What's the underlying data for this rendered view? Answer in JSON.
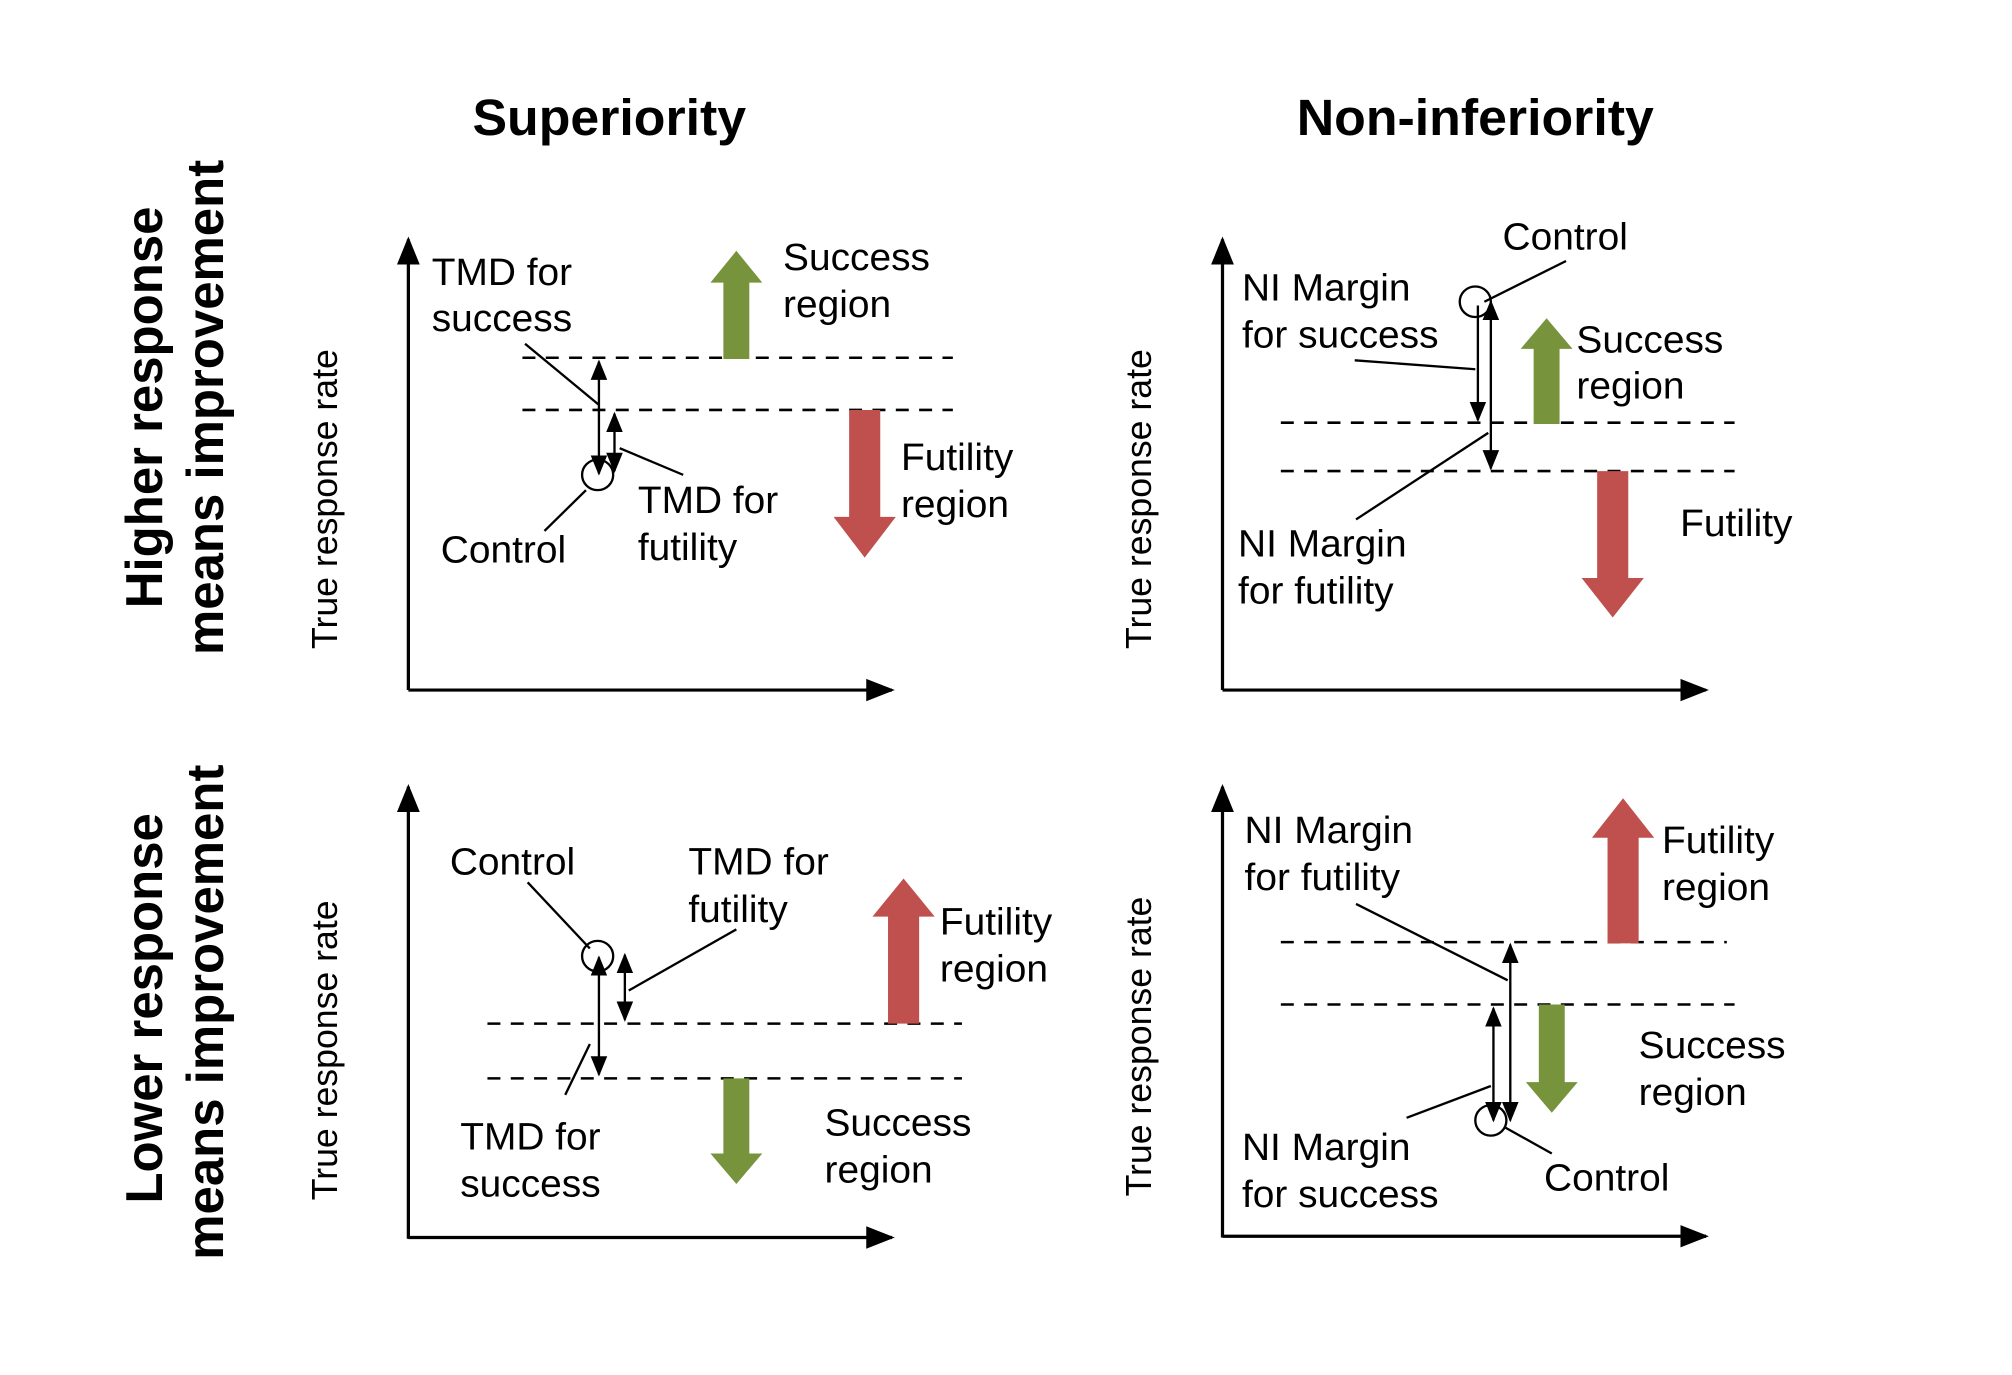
{
  "columns": {
    "superiority": "Superiority",
    "non_inferiority": "Non-inferiority"
  },
  "rows": {
    "higher": [
      "Higher response",
      "means improvement"
    ],
    "lower": [
      "Lower response",
      "means improvement"
    ]
  },
  "y_axis_label": "True response rate",
  "colors": {
    "success": "#77933c",
    "futility": "#c0504d"
  },
  "panels": {
    "sup_high": {
      "tmd_success": [
        "TMD for",
        "success"
      ],
      "success_region": [
        "Success",
        "region"
      ],
      "futility_region": [
        "Futility",
        "region"
      ],
      "tmd_futility": [
        "TMD for",
        "futility"
      ],
      "control": "Control"
    },
    "ni_high": {
      "control": "Control",
      "ni_success": [
        "NI Margin",
        "for success"
      ],
      "success_region": [
        "Success",
        "region"
      ],
      "futility": "Futility",
      "ni_futility": [
        "NI Margin",
        "for futility"
      ]
    },
    "sup_low": {
      "control": "Control",
      "tmd_futility": [
        "TMD for",
        "futility"
      ],
      "futility_region": [
        "Futility",
        "region"
      ],
      "tmd_success": [
        "TMD for",
        "success"
      ],
      "success_region": [
        "Success",
        "region"
      ]
    },
    "ni_low": {
      "ni_futility": [
        "NI Margin",
        "for futility"
      ],
      "futility_region": [
        "Futility",
        "region"
      ],
      "success_region": [
        "Success",
        "region"
      ],
      "ni_success": [
        "NI Margin",
        "for success"
      ],
      "control": "Control"
    }
  }
}
